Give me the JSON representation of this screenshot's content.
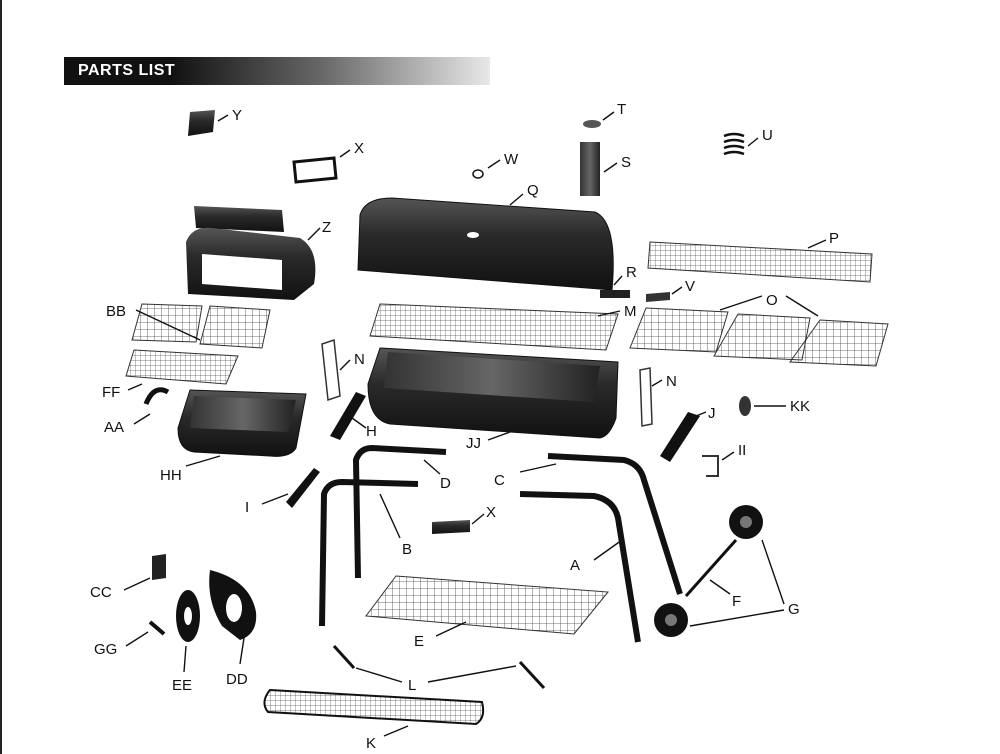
{
  "header": {
    "title": "PARTS LIST"
  },
  "parts": [
    {
      "id": "Y",
      "label": "Y"
    },
    {
      "id": "X1",
      "label": "X"
    },
    {
      "id": "W",
      "label": "W"
    },
    {
      "id": "T",
      "label": "T"
    },
    {
      "id": "S",
      "label": "S"
    },
    {
      "id": "U",
      "label": "U"
    },
    {
      "id": "Q",
      "label": "Q"
    },
    {
      "id": "Z",
      "label": "Z"
    },
    {
      "id": "P",
      "label": "P"
    },
    {
      "id": "R",
      "label": "R"
    },
    {
      "id": "V",
      "label": "V"
    },
    {
      "id": "O",
      "label": "O"
    },
    {
      "id": "BB",
      "label": "BB"
    },
    {
      "id": "M",
      "label": "M"
    },
    {
      "id": "N1",
      "label": "N"
    },
    {
      "id": "N2",
      "label": "N"
    },
    {
      "id": "FF",
      "label": "FF"
    },
    {
      "id": "AA",
      "label": "AA"
    },
    {
      "id": "KK",
      "label": "KK"
    },
    {
      "id": "H",
      "label": "H"
    },
    {
      "id": "JJ",
      "label": "JJ"
    },
    {
      "id": "J",
      "label": "J"
    },
    {
      "id": "II",
      "label": "II"
    },
    {
      "id": "HH",
      "label": "HH"
    },
    {
      "id": "D",
      "label": "D"
    },
    {
      "id": "C",
      "label": "C"
    },
    {
      "id": "I",
      "label": "I"
    },
    {
      "id": "X2",
      "label": "X"
    },
    {
      "id": "B",
      "label": "B"
    },
    {
      "id": "A",
      "label": "A"
    },
    {
      "id": "CC",
      "label": "CC"
    },
    {
      "id": "F",
      "label": "F"
    },
    {
      "id": "G",
      "label": "G"
    },
    {
      "id": "E",
      "label": "E"
    },
    {
      "id": "GG",
      "label": "GG"
    },
    {
      "id": "EE",
      "label": "EE"
    },
    {
      "id": "DD",
      "label": "DD"
    },
    {
      "id": "L",
      "label": "L"
    },
    {
      "id": "K",
      "label": "K"
    }
  ]
}
